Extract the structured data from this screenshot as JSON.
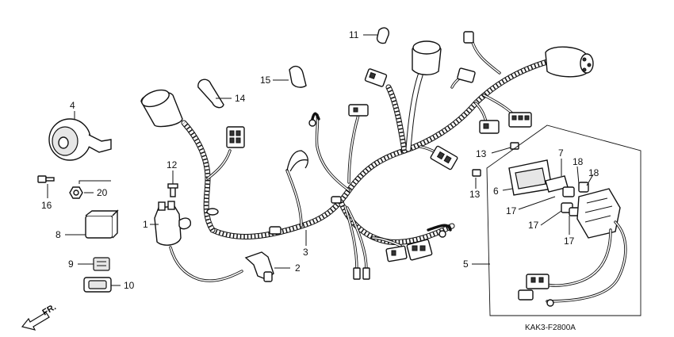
{
  "diagram": {
    "code": "KAK3-F2800A",
    "direction": "FR.",
    "labels": [
      {
        "id": "1",
        "text": "1"
      },
      {
        "id": "2",
        "text": "2"
      },
      {
        "id": "3",
        "text": "3"
      },
      {
        "id": "4",
        "text": "4"
      },
      {
        "id": "5",
        "text": "5"
      },
      {
        "id": "6",
        "text": "6"
      },
      {
        "id": "7",
        "text": "7"
      },
      {
        "id": "8",
        "text": "8"
      },
      {
        "id": "9",
        "text": "9"
      },
      {
        "id": "10",
        "text": "10"
      },
      {
        "id": "11",
        "text": "11"
      },
      {
        "id": "12",
        "text": "12"
      },
      {
        "id": "13a",
        "text": "13"
      },
      {
        "id": "13b",
        "text": "13"
      },
      {
        "id": "14",
        "text": "14"
      },
      {
        "id": "15",
        "text": "15"
      },
      {
        "id": "16",
        "text": "16"
      },
      {
        "id": "17a",
        "text": "17"
      },
      {
        "id": "17b",
        "text": "17"
      },
      {
        "id": "17c",
        "text": "17"
      },
      {
        "id": "18a",
        "text": "18"
      },
      {
        "id": "18b",
        "text": "18"
      },
      {
        "id": "20",
        "text": "20"
      }
    ]
  }
}
